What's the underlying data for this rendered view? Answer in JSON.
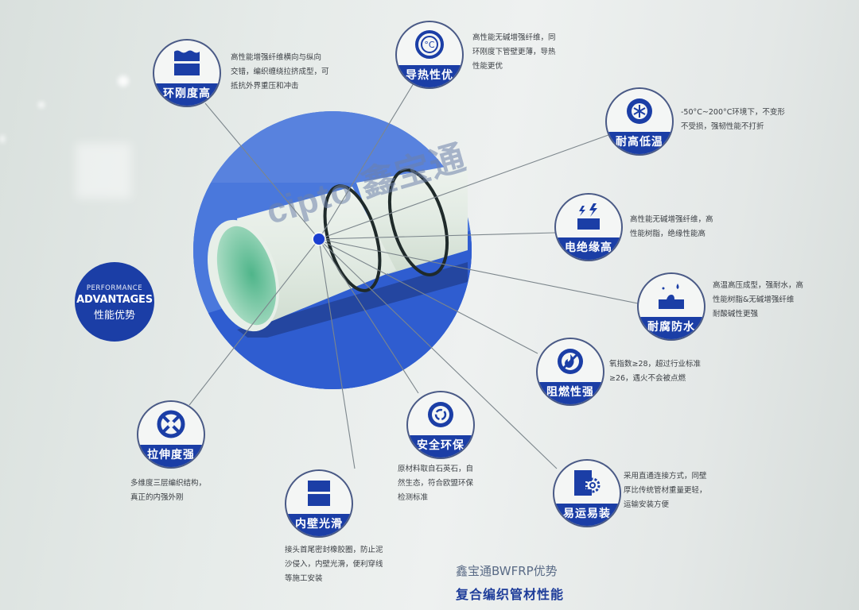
{
  "poster": {
    "theme_colors": {
      "primary_blue": "#1b3ea6",
      "hero_blue": "#3f6fd6",
      "background": "#e6ebe9",
      "pipe_inner": "#6fc8a0"
    },
    "center_badge": {
      "line1": "PERFORMANCE",
      "line2": "ADVANTAGES",
      "line3": "性能优势"
    },
    "watermark": "cipto 鑫宝通",
    "features": [
      {
        "id": "ring-stiffness",
        "label": "环刚度高",
        "icon": "layered-wall-icon",
        "desc": [
          "高性能增强纤维横向与纵向",
          "交错，编织缠绕拉挤成型，可",
          "抵抗外界重压和冲击"
        ]
      },
      {
        "id": "thermal",
        "label": "导热性优",
        "icon": "celsius-icon",
        "desc": [
          "高性能无碱增强纤维，同",
          "环刚度下管壁更薄，导热",
          "性能更优"
        ]
      },
      {
        "id": "temperature",
        "label": "耐高低温",
        "icon": "snowflake-icon",
        "desc": [
          "-50°C~200°C环境下，不变形",
          "不受损，强韧性能不打折"
        ]
      },
      {
        "id": "insulation",
        "label": "电绝缘高",
        "icon": "lightning-icon",
        "desc": [
          "高性能无碱增强纤维，高",
          "性能树脂，绝缘性能高"
        ]
      },
      {
        "id": "waterproof",
        "label": "耐腐防水",
        "icon": "water-drop-icon",
        "desc": [
          "高温高压成型，强耐水，高",
          "性能树脂&无碱增强纤维",
          "耐酸碱性更强"
        ]
      },
      {
        "id": "flame",
        "label": "阻燃性强",
        "icon": "no-fire-icon",
        "desc": [
          "氧指数≥28，超过行业标准",
          "≥26，遇火不会被点燃"
        ]
      },
      {
        "id": "install",
        "label": "易运易装",
        "icon": "gear-icon",
        "desc": [
          "采用直通连接方式，同壁",
          "厚比传统管材重量更轻，",
          "运输安装方便"
        ]
      },
      {
        "id": "eco",
        "label": "安全环保",
        "icon": "recycle-icon",
        "desc": [
          "原材料取自石英石，自",
          "然生态，符合欧盟环保",
          "检测标准"
        ]
      },
      {
        "id": "smooth",
        "label": "内壁光滑",
        "icon": "smooth-wall-icon",
        "desc": [
          "接头首尾密封橡胶圈，防止泥",
          "沙侵入，内壁光滑，便利穿线",
          "等施工安装"
        ]
      },
      {
        "id": "tensile",
        "label": "拉伸度强",
        "icon": "tensile-cross-icon",
        "desc": [
          "多维度三层编织结构，",
          "真正的内强外刚"
        ]
      }
    ],
    "footer": {
      "line1": "鑫宝通BWFRP优势",
      "line2": "复合编织管材性能"
    }
  }
}
